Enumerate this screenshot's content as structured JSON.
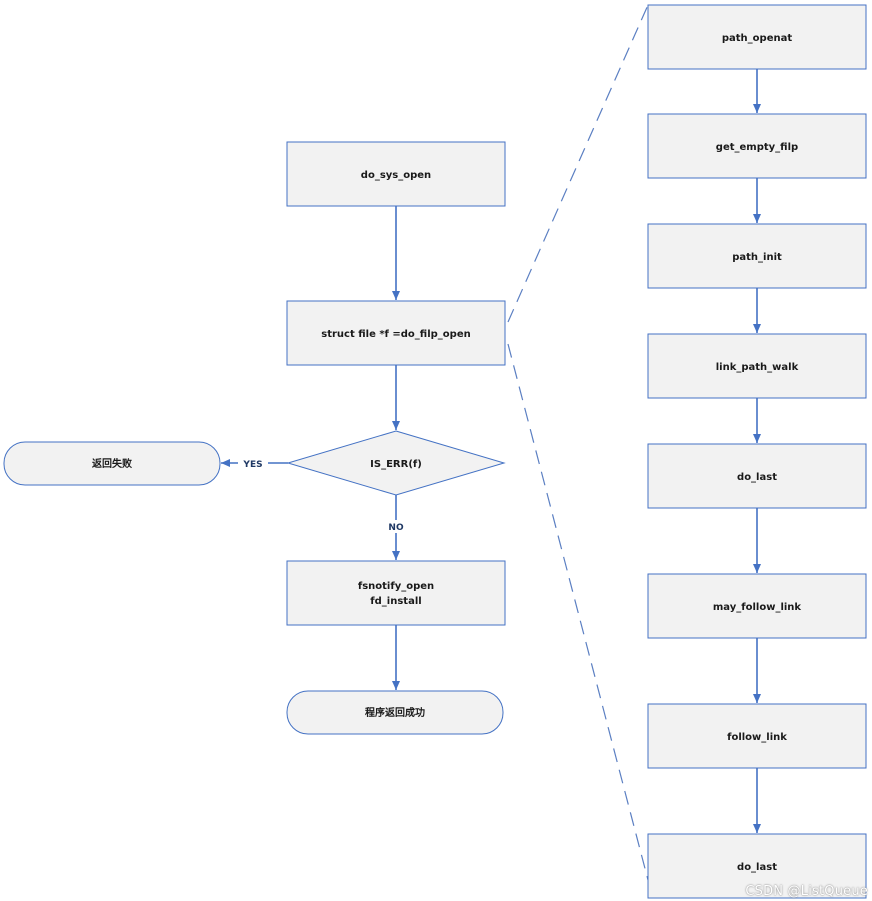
{
  "diagram": {
    "colors": {
      "box_fill": "#f2f2f2",
      "box_border": "#4472c4",
      "arrow": "#4472c4",
      "dashed_line": "#5b7fc2",
      "text": "#1a1a1a",
      "edge_label": "#1f3864"
    },
    "main_flow": {
      "do_sys_open": "do_sys_open",
      "do_filp_open_call": "struct file *f =do_filp_open",
      "is_err_check": "IS_ERR(f)",
      "fail_terminal": "返回失败",
      "fsnotify_line1": "fsnotify_open",
      "fsnotify_line2": "fd_install",
      "success_terminal": "程序返回成功"
    },
    "edge_labels": {
      "yes": "YES",
      "no": "NO"
    },
    "detail_flow": [
      "path_openat",
      "get_empty_filp",
      "path_init",
      "link_path_walk",
      "do_last",
      "may_follow_link",
      "follow_link",
      "do_last"
    ]
  },
  "watermark": "CSDN @ListQueue"
}
